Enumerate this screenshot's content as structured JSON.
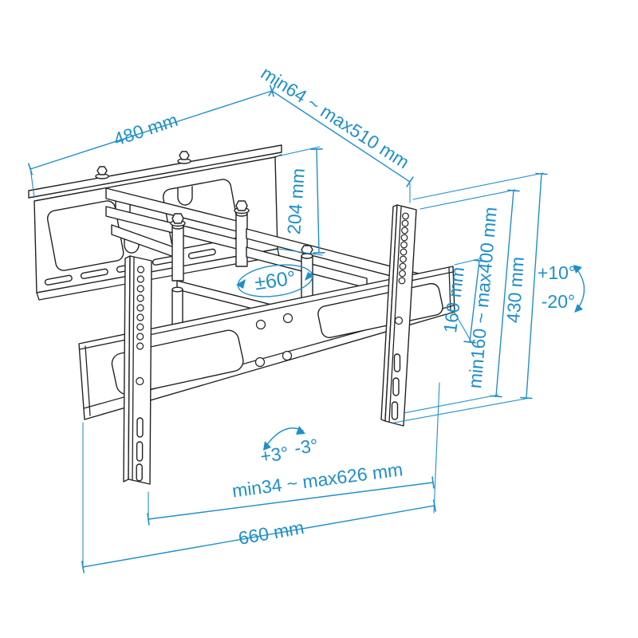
{
  "drawing": {
    "title": "TV wall mount bracket dimension diagram",
    "type": "technical-line-drawing"
  },
  "colors": {
    "dimension_accent": "#1f8fc9",
    "outline": "#222222",
    "background": "#ffffff"
  },
  "dimensions": {
    "wall_plate_width": "480 mm",
    "extension_depth": "min64 ~ max510 mm",
    "wall_plate_height": "204 mm",
    "swivel_range": "±60°",
    "upper_bracket_offset": "160 mm",
    "vesa_vertical_range": "min160 ~ max400 mm",
    "bracket_height": "430 mm",
    "tilt_up": "+10°",
    "tilt_down": "-20°",
    "level_adjust_plus": "+3°",
    "level_adjust_minus": "-3°",
    "rail_span_range": "min34 ~ max626 mm",
    "crossbar_width": "660 mm"
  }
}
